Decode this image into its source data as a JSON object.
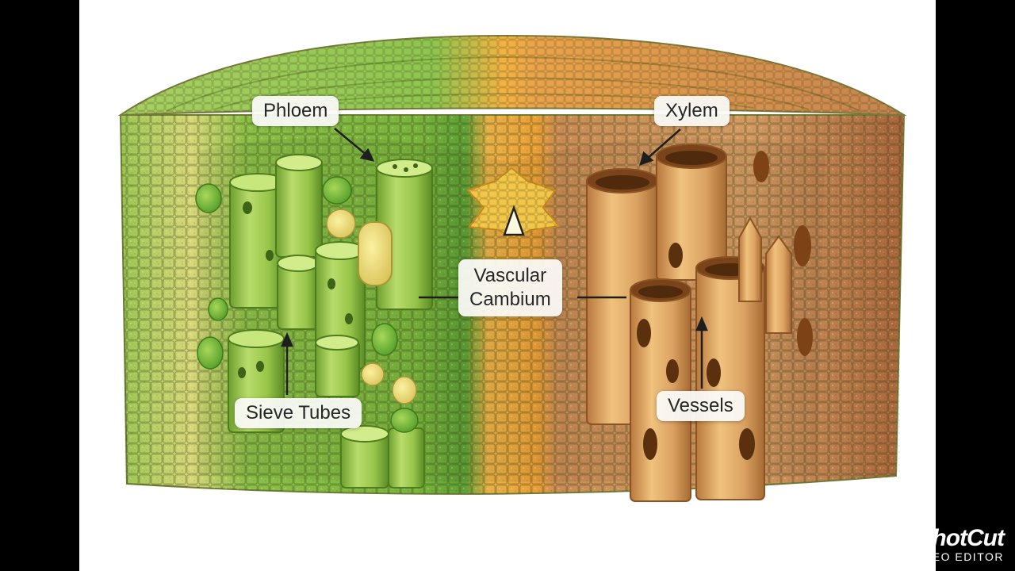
{
  "labels": {
    "phloem": "Phloem",
    "xylem": "Xylem",
    "cambium_line1": "Vascular",
    "cambium_line2": "Cambium",
    "sieve_tubes": "Sieve Tubes",
    "vessels": "Vessels"
  },
  "watermark": {
    "logo": "ShotCut",
    "subtitle": "AI VIDEO EDITOR"
  },
  "colors": {
    "phloem_green": "#8cc04a",
    "phloem_dark": "#5e9a2c",
    "cambium_orange": "#eea437",
    "xylem_tan": "#cf935a",
    "xylem_dark": "#a86a38",
    "background": "#ffffff",
    "letterbox": "#000000"
  }
}
